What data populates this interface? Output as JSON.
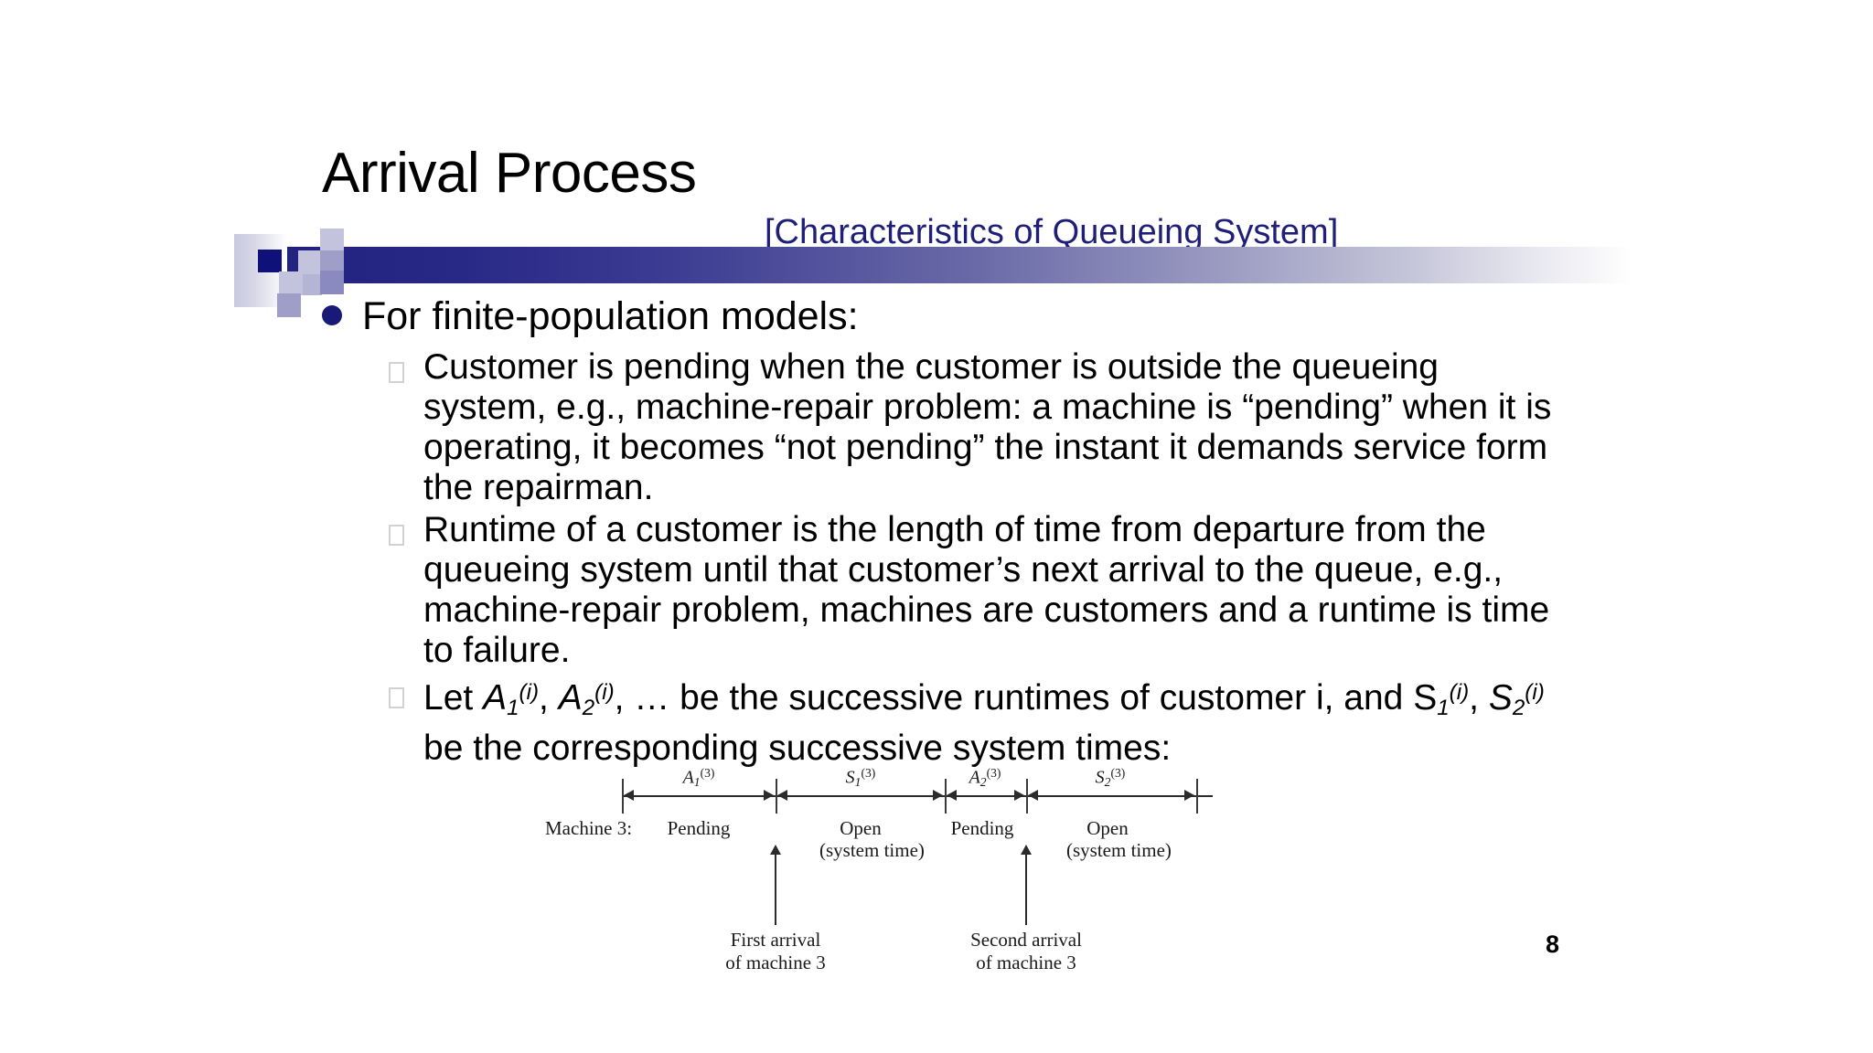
{
  "slide": {
    "title": "Arrival Process",
    "subtitle": "[Characteristics of Queueing System]",
    "page_number": "8",
    "colors": {
      "title_text": "#000000",
      "subtitle_text": "#1f1f7a",
      "band_start": "#21217e",
      "band_end": "#ffffff",
      "bullet_navy": "#191978",
      "sub_bullet_box": "#d2d2d2"
    }
  },
  "content": {
    "level1": [
      {
        "text": "For finite-population models:"
      }
    ],
    "level2": [
      {
        "id": "pending-definition",
        "text": "Customer is pending when the customer is outside the queueing system, e.g., machine-repair problem: a machine is “pending” when it is operating, it becomes “not pending” the instant it demands service form the repairman."
      },
      {
        "id": "runtime-definition",
        "text": "Runtime of a customer is the length of time from departure from the queueing system until that customer’s next arrival to the queue, e.g., machine-repair problem, machines are customers and a runtime is time to failure."
      },
      {
        "id": "notation-definition",
        "prefix": "Let ",
        "sym1_base": "A",
        "sym1_sub": "1",
        "sym1_sup": "(i)",
        "mid1": ", ",
        "sym2_base": "A",
        "sym2_sub": "2",
        "sym2_sup": "(i)",
        "mid2": ", … be the successive runtimes of customer i, and ",
        "sym3_base": "S",
        "sym3_sub": "1",
        "sym3_sup": "(i)",
        "mid3": ", ",
        "sym4_base": "S",
        "sym4_sub": "2",
        "sym4_sup": "(i)",
        "suffix": " be the corresponding successive system times:"
      }
    ]
  },
  "figure": {
    "caption_row_label": "Machine 3:",
    "spans": [
      {
        "label_base": "A",
        "label_sub": "1",
        "label_sup": "(3)",
        "state": "Pending",
        "state_line2": ""
      },
      {
        "label_base": "S",
        "label_sub": "1",
        "label_sup": "(3)",
        "state": "Open",
        "state_line2": "(system time)"
      },
      {
        "label_base": "A",
        "label_sub": "2",
        "label_sup": "(3)",
        "state": "Pending",
        "state_line2": ""
      },
      {
        "label_base": "S",
        "label_sub": "2",
        "label_sup": "(3)",
        "state": "Open",
        "state_line2": "(system time)"
      }
    ],
    "arrivals": [
      {
        "line1": "First arrival",
        "line2": "of machine 3"
      },
      {
        "line1": "Second arrival",
        "line2": "of machine 3"
      }
    ]
  }
}
